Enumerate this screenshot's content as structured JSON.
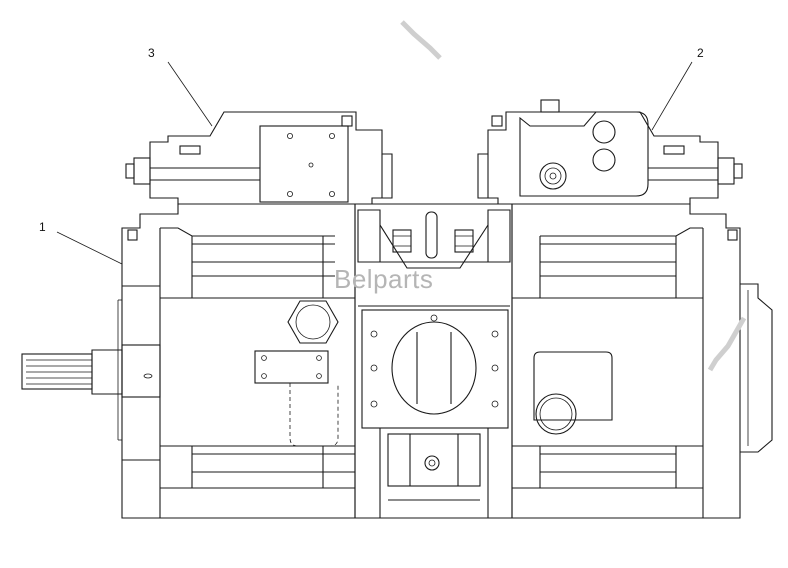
{
  "callouts": [
    {
      "label": "1"
    },
    {
      "label": "2"
    },
    {
      "label": "3"
    }
  ],
  "watermark": "Belparts",
  "colors": {
    "line": "#1a1a1a",
    "watermark": "#b5b5b5",
    "background": "#ffffff"
  }
}
